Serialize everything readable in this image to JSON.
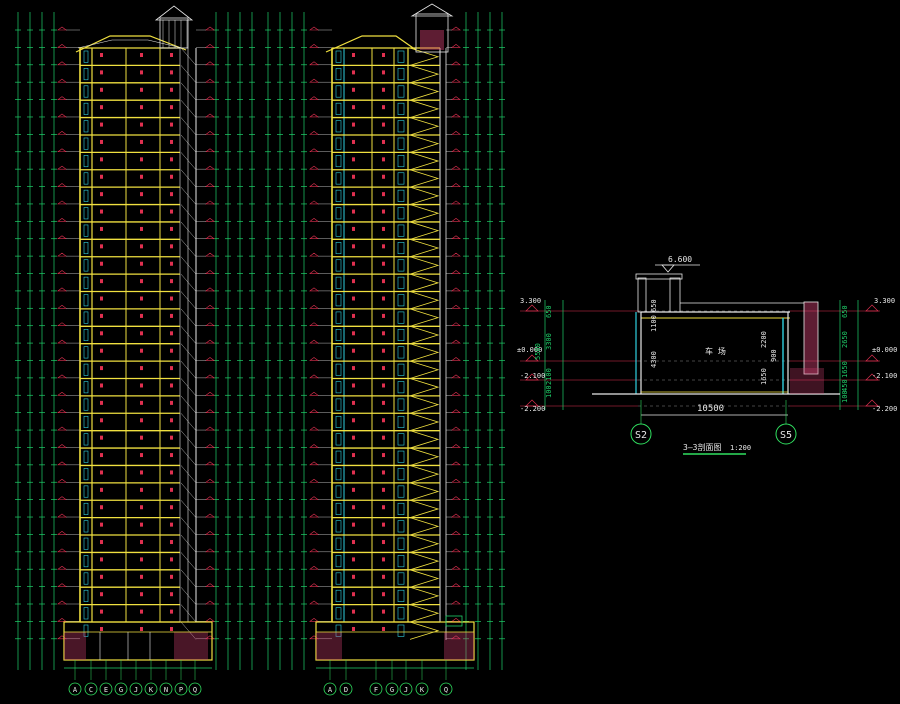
{
  "colors": {
    "background": "#000000",
    "structure": "#f0e040",
    "dimension": "#1fd06a",
    "axis": "#30e060",
    "level": "#e8e8e8",
    "window": "#30d0e0",
    "accent": "#e03050",
    "hatch": "#d04070",
    "stair": "#f0e040",
    "text": "#e8e8e8"
  },
  "drawing_a": {
    "axes": [
      "A",
      "C",
      "E",
      "G",
      "J",
      "K",
      "N",
      "P",
      "Q"
    ],
    "floors": 33
  },
  "drawing_b": {
    "axes": [
      "A",
      "D",
      "F",
      "G",
      "J",
      "K",
      "Q"
    ],
    "floors": 33
  },
  "section": {
    "top_elev": "6.600",
    "elev_left": [
      "3.300",
      "±0.000",
      "-2.100",
      "-2.200"
    ],
    "elev_right": [
      "3.300",
      "±0.000",
      "-2.100",
      "-2.200"
    ],
    "dims_left": [
      "650",
      "3300",
      "5500",
      "2100",
      "100"
    ],
    "dims_right": [
      "650",
      "2650",
      "1650",
      "450",
      "100"
    ],
    "inner_dims": [
      "650",
      "1100",
      "4300",
      "2200",
      "1650",
      "900"
    ],
    "room_label": "车 场",
    "span": "10500",
    "axis_left": "S2",
    "axis_right": "S5",
    "title": "3—3剖面图",
    "scale": "1:200"
  }
}
